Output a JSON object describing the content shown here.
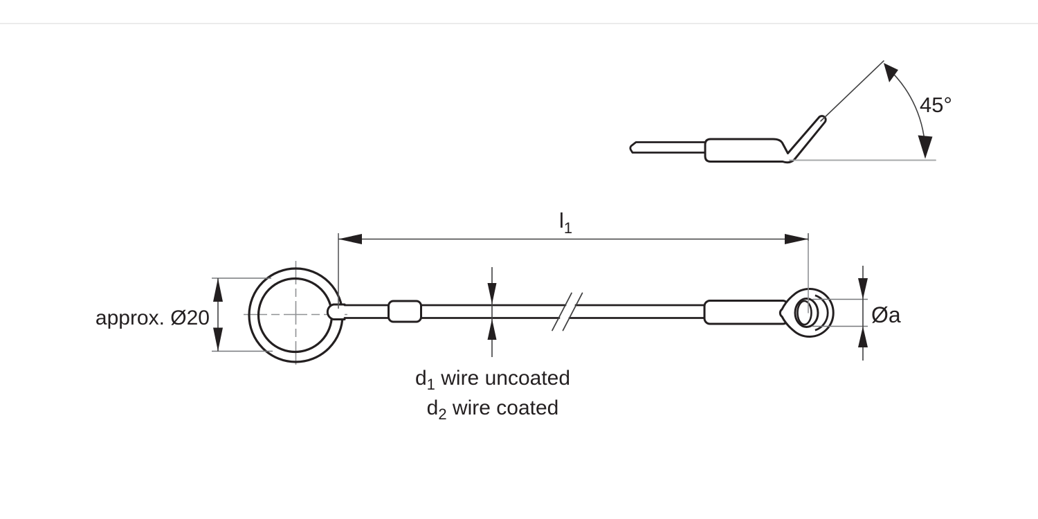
{
  "figure": {
    "type": "technical-dimension-drawing",
    "annotations": {
      "ring_diameter_label": "approx. Ø20",
      "length_label": {
        "base": "l",
        "sub": "1"
      },
      "wire_uncoated_label": {
        "base": "d",
        "sub": "1",
        "text": " wire uncoated"
      },
      "wire_coated_label": {
        "base": "d",
        "sub": "2",
        "text": " wire coated"
      },
      "angle_label": "45°",
      "eyelet_hole_label": "Øa"
    },
    "colors": {
      "outline": "#231f20",
      "dimension_line": "#404041",
      "centerline": "#8f9194",
      "baseline_gray": "#a7a9aa",
      "separator": "#ebebeb",
      "background": "#ffffff"
    }
  }
}
